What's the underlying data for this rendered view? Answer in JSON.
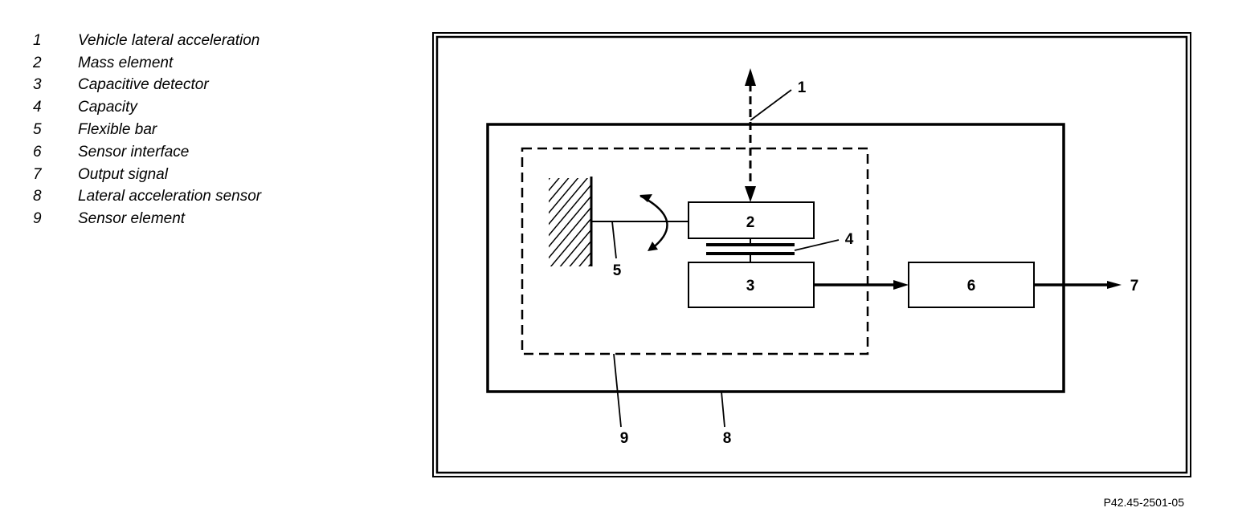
{
  "legend": [
    {
      "num": "1",
      "label": "Vehicle lateral acceleration"
    },
    {
      "num": "2",
      "label": "Mass element"
    },
    {
      "num": "3",
      "label": "Capacitive detector"
    },
    {
      "num": "4",
      "label": "Capacity"
    },
    {
      "num": "5",
      "label": "Flexible bar"
    },
    {
      "num": "6",
      "label": "Sensor interface"
    },
    {
      "num": "7",
      "label": "Output signal"
    },
    {
      "num": "8",
      "label": "Lateral acceleration sensor"
    },
    {
      "num": "9",
      "label": "Sensor element"
    }
  ],
  "callouts": {
    "c1": "1",
    "c2": "2",
    "c3": "3",
    "c4": "4",
    "c5": "5",
    "c6": "6",
    "c7": "7",
    "c8": "8",
    "c9": "9"
  },
  "reference": "P42.45-2501-05"
}
